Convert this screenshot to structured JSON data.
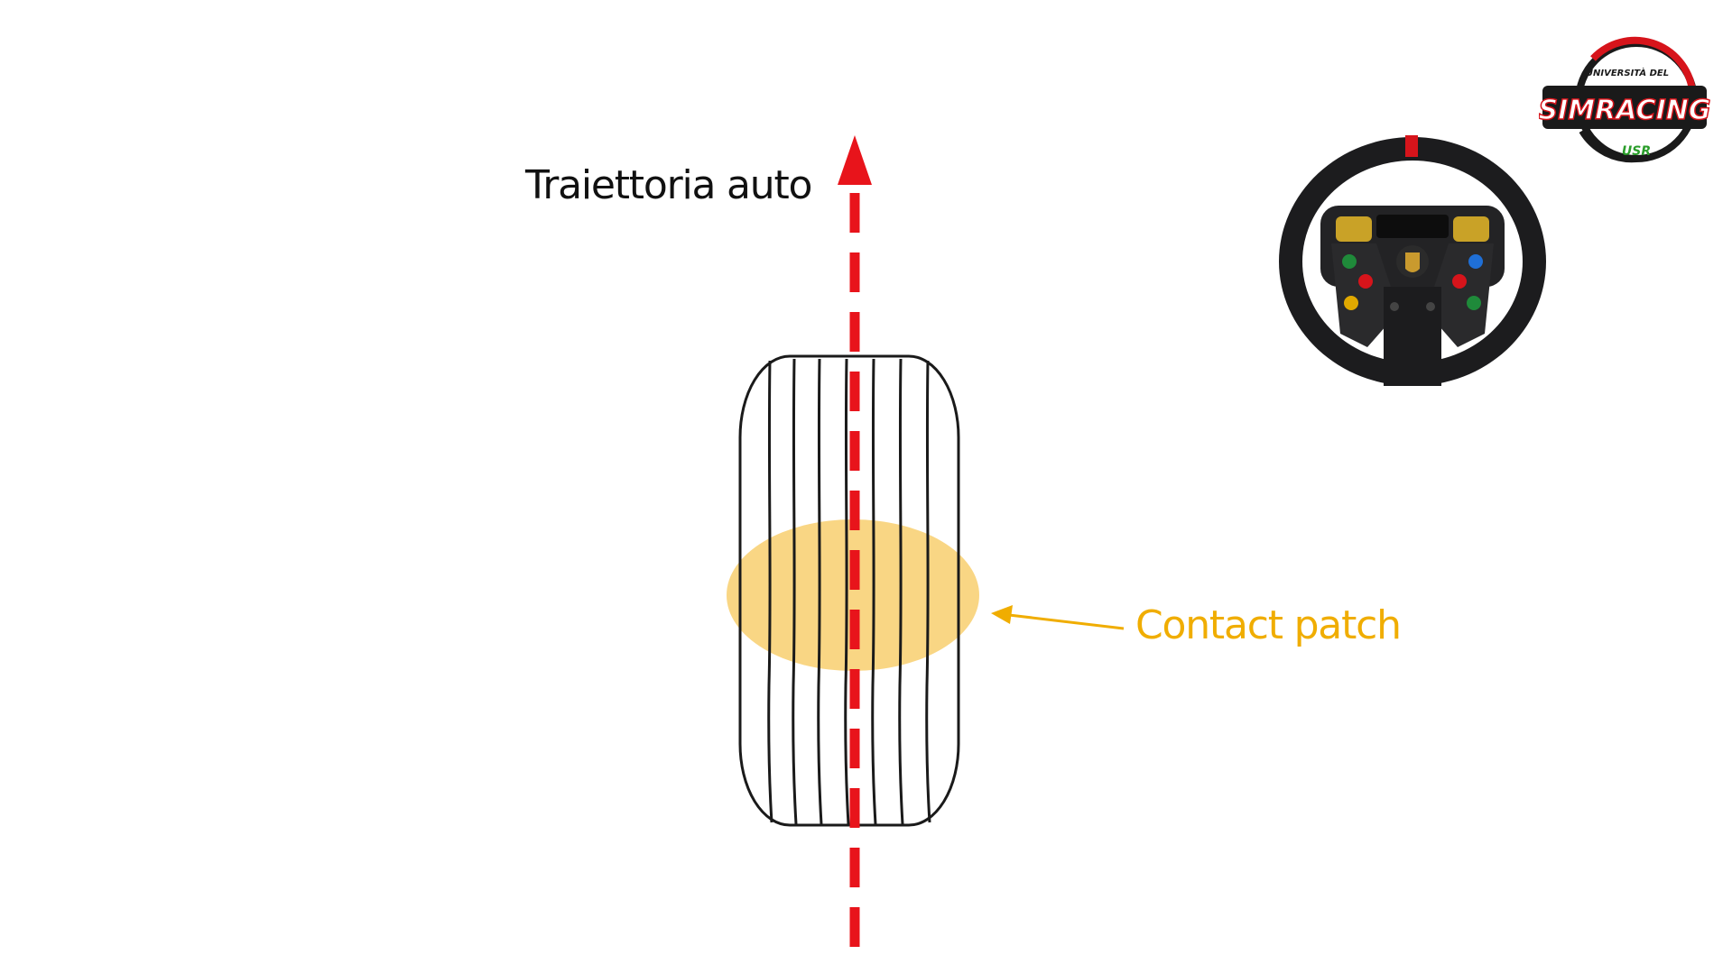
{
  "diagram": {
    "trajectory_label": "Traiettoria auto",
    "contact_patch_label": "Contact patch",
    "colors": {
      "trajectory_line": "#e8141b",
      "contact_patch_fill": "#f6c042",
      "contact_patch_text": "#f0ad00",
      "tire_outline": "#1a1a1a"
    }
  },
  "branding": {
    "logo_top_text": "UNIVERSITÀ DEL",
    "logo_main_text": "SIMRACING",
    "logo_bottom_text": "USR",
    "wheel_icon": "steering-wheel-icon"
  }
}
